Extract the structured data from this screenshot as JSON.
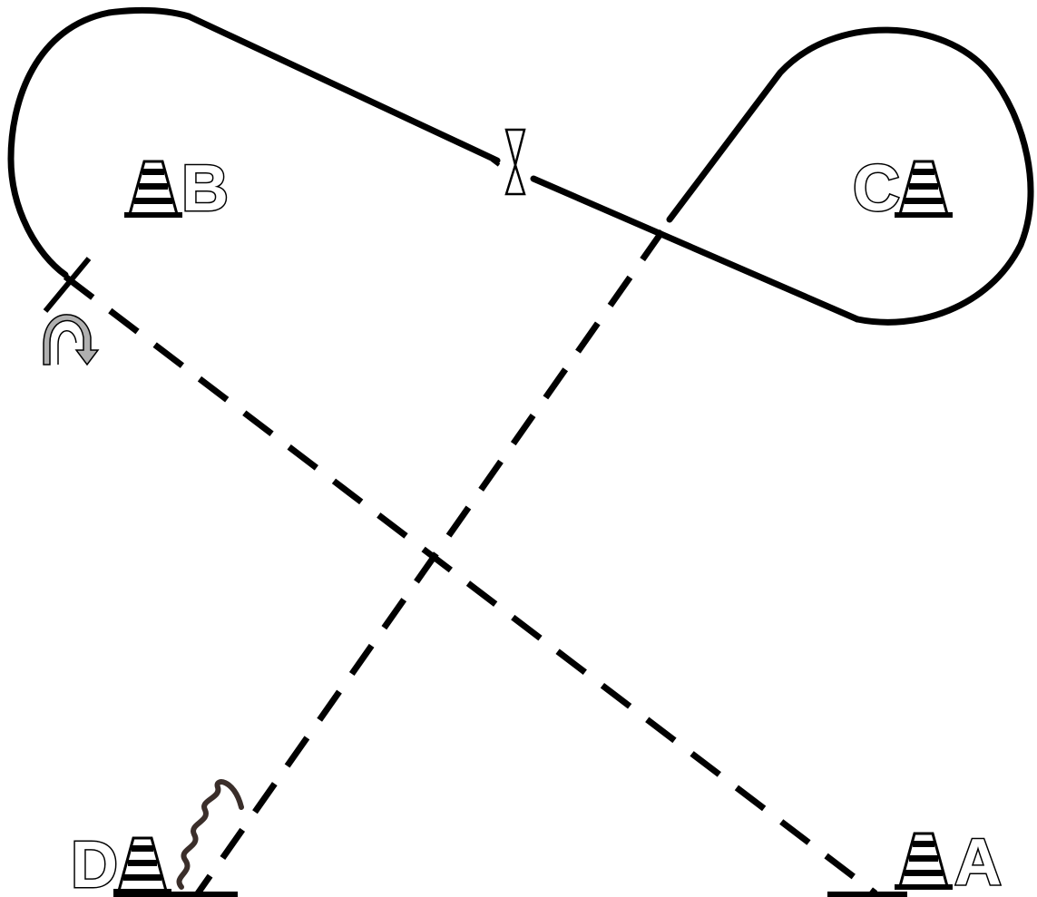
{
  "cones": [
    {
      "id": "A",
      "label": "A"
    },
    {
      "id": "B",
      "label": "B"
    },
    {
      "id": "C",
      "label": "C"
    },
    {
      "id": "D",
      "label": "D"
    }
  ],
  "colors": {
    "ink": "#000000",
    "paper": "#ffffff",
    "arrow_fill": "#b0b0b0",
    "wave": "#3a2e2a"
  },
  "icons": {
    "cone": "traffic-cone-icon",
    "turn": "u-turn-arrow-icon",
    "gate": "hourglass-gate-icon",
    "rough": "wavy-line-icon"
  }
}
